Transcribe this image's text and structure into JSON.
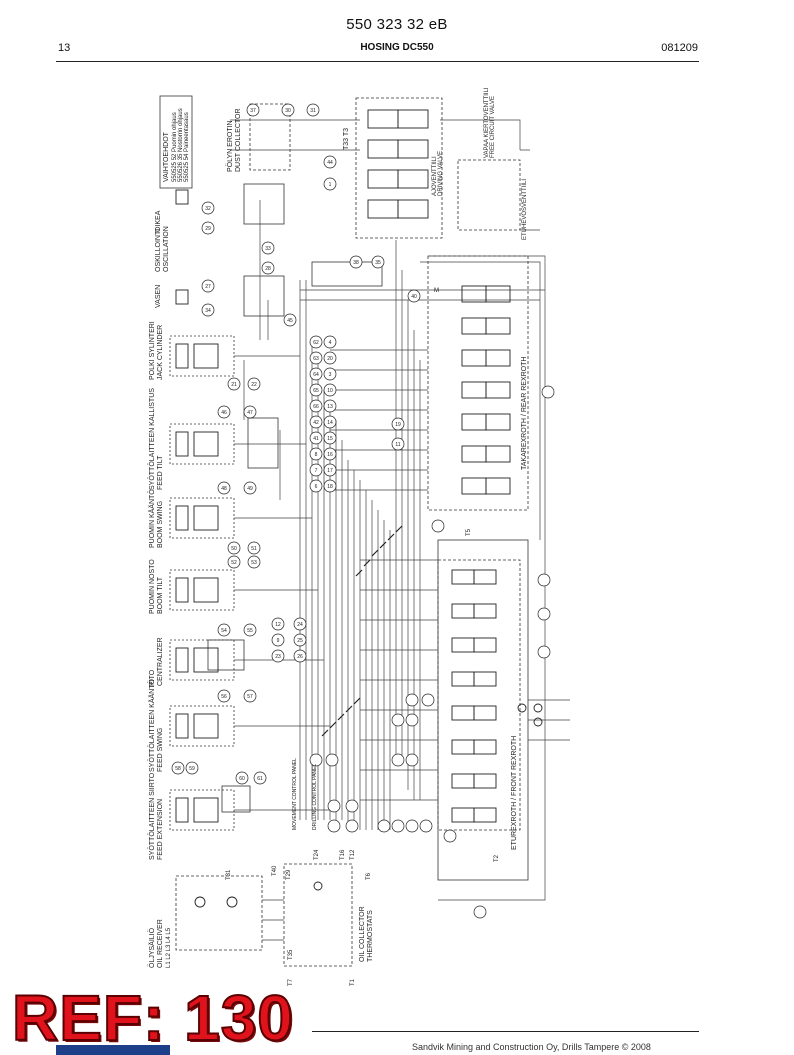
{
  "header": {
    "doc_number": "550 323 32 eB",
    "page_number": "13",
    "title": "HOSING DC550",
    "date": "081209"
  },
  "footer": {
    "text": "Sandvik Mining and Construction Oy, Drills Tampere © 2008"
  },
  "stamp": {
    "text": "REF: 130",
    "color": "#e0121b"
  },
  "schematic": {
    "label_vaihtoehdot": "VAIHTOEHDOT",
    "options": [
      "550525 52 Puomin ohjaus",
      "550526 35 Nostorrin ohjaus",
      "550525 54 Paineentasaus"
    ],
    "label_oikea": "OIKEA",
    "label_oskillointi": "OSKILLOINTI",
    "label_oscillation": "OSCILLATION",
    "label_vasen": "VASEN",
    "label_polyn_erotin": "PÖLYN EROTIN",
    "label_dust_collector": "DUST COLLECTOR",
    "label_t33": "T33 T3",
    "label_ajoventtiili": "AJOVENTTIILI",
    "label_driving_valve": "DRIVING VALVE",
    "label_vapaa_kiertoventtiili": "VAPAA KIERTOVENTTIILI",
    "label_free_circuit_valve": "FREE CIRCUIT VALVE",
    "label_etuhevosventtiili": "ETUHEVOSVENTTIILI",
    "label_polki_sylinteri": "POLKI SYLINTERI",
    "label_jack_cylinder": "JACK CYLINDER",
    "label_syottolaitteen_kallistus": "SYÖTTÖLAITTEEN KALLISTUS",
    "label_feed_tilt": "FEED TILT",
    "label_puomin_kaanto": "PUOMIN KÄÄNTÖ",
    "label_boom_swing": "BOOM SWING",
    "label_puomin_nosto": "PUOMIN NOSTO",
    "label_boom_tilt": "BOOM TILT",
    "label_pito": "PITO",
    "label_centralizer": "CENTRALIZER",
    "label_syottolaitteen_kaanto": "SYÖTTÖLAITTEEN KÄÄNTÖ",
    "label_feed_swing": "FEED SWING",
    "label_syottolaitteen_siirto": "SYÖTTÖLAITTEEN SIIRTO",
    "label_feed_extension": "FEED EXTENSION",
    "label_takarexroth": "TAKAREXROTH / REAR REXROTH",
    "label_eturexroth": "ETUREXROTH / FRONT REXROTH",
    "label_oljysaiio": "ÖLJYSÄILIÖ",
    "label_oil_receiver": "OIL RECEIVER",
    "label_l1": "L1 L2 L3 L4 L5",
    "label_oil_collector": "OIL COLLECTOR",
    "label_thermostats": "THERMOSTATS",
    "label_t6": "T6",
    "label_t16": "T16",
    "label_t12": "T12",
    "label_t24": "T24",
    "label_t29": "T29",
    "label_t40": "T40",
    "label_t31": "T31",
    "label_t35": "T35",
    "label_t7": "T7",
    "label_t1": "T1",
    "label_t2": "T2",
    "label_t5": "T5",
    "label_mover_control_panel": "MOVEMENT CONTROL PANEL",
    "label_drilling_control_panel": "DRILLING CONTROL PANEL",
    "label_port_m": "M",
    "bubbles_top": [
      "37",
      "30",
      "31",
      "44",
      "1",
      "32",
      "29",
      "33",
      "28",
      "27",
      "34",
      "38",
      "35",
      "40",
      "45",
      "21",
      "22"
    ],
    "bubbles_mid": [
      "46",
      "47",
      "48",
      "49",
      "50",
      "51",
      "52",
      "53",
      "54",
      "55",
      "56",
      "57",
      "58",
      "59",
      "60",
      "61",
      "62",
      "63",
      "64",
      "65",
      "66"
    ],
    "bubbles_right": [
      "42",
      "41",
      "8",
      "7",
      "6",
      "4",
      "20",
      "3",
      "10"
    ],
    "bubbles_bottom": [
      "13",
      "14",
      "15",
      "16",
      "17",
      "18",
      "19",
      "11",
      "12",
      "9",
      "23",
      "24",
      "25",
      "26"
    ]
  }
}
